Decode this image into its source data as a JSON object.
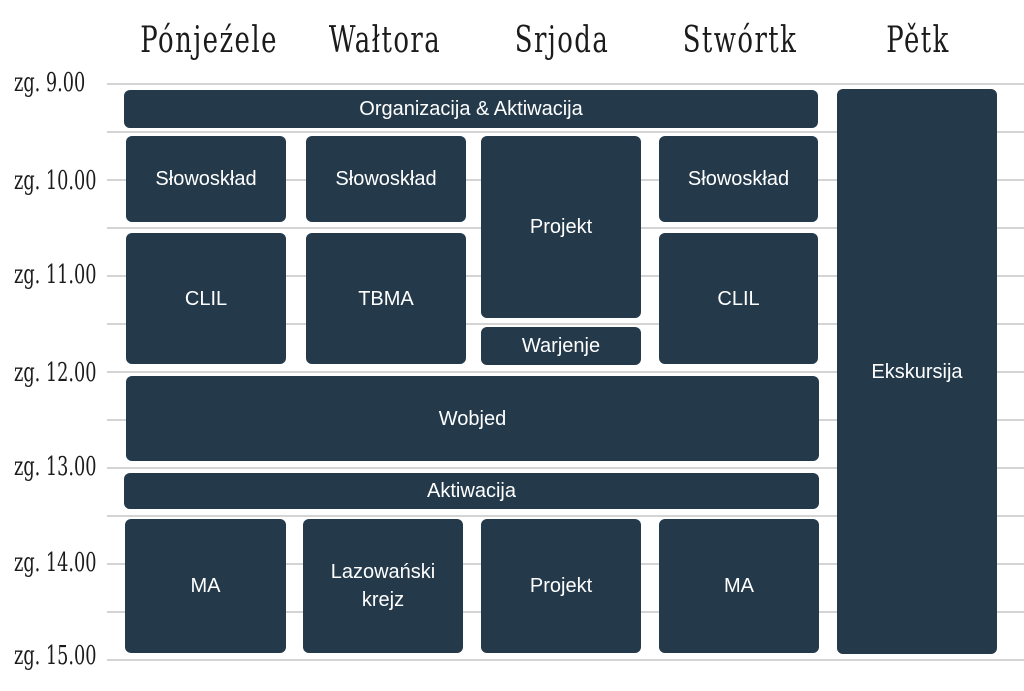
{
  "days": [
    "Pónjeźele",
    "Wałtora",
    "Srjoda",
    "Stwórtk",
    "Pětk"
  ],
  "times": [
    "zg. 9.00",
    "zg. 10.00",
    "zg. 11.00",
    "zg. 12.00",
    "zg. 13.00",
    "zg. 14.00",
    "zg. 15.00"
  ],
  "blocks": {
    "organizacija": "Organizacija & Aktiwacija",
    "mon_slowo": "Słowoskład",
    "tue_slowo": "Słowoskład",
    "wed_projekt": "Projekt",
    "thu_slowo": "Słowoskład",
    "mon_clil": "CLIL",
    "tue_tbma": "TBMA",
    "wed_warjenje": "Warjenje",
    "thu_clil": "CLIL",
    "wobjed": "Wobjed",
    "aktiwacija": "Aktiwacija",
    "mon_ma": "MA",
    "tue_lazowarski": "Lazowański\nkrejz",
    "wed_projekt2": "Projekt",
    "thu_ma": "MA",
    "fri_ekskursija": "Ekskursija"
  },
  "colors": {
    "block": "#243a4b",
    "text": "#ffffff",
    "gridline": "#d4d4d4"
  }
}
